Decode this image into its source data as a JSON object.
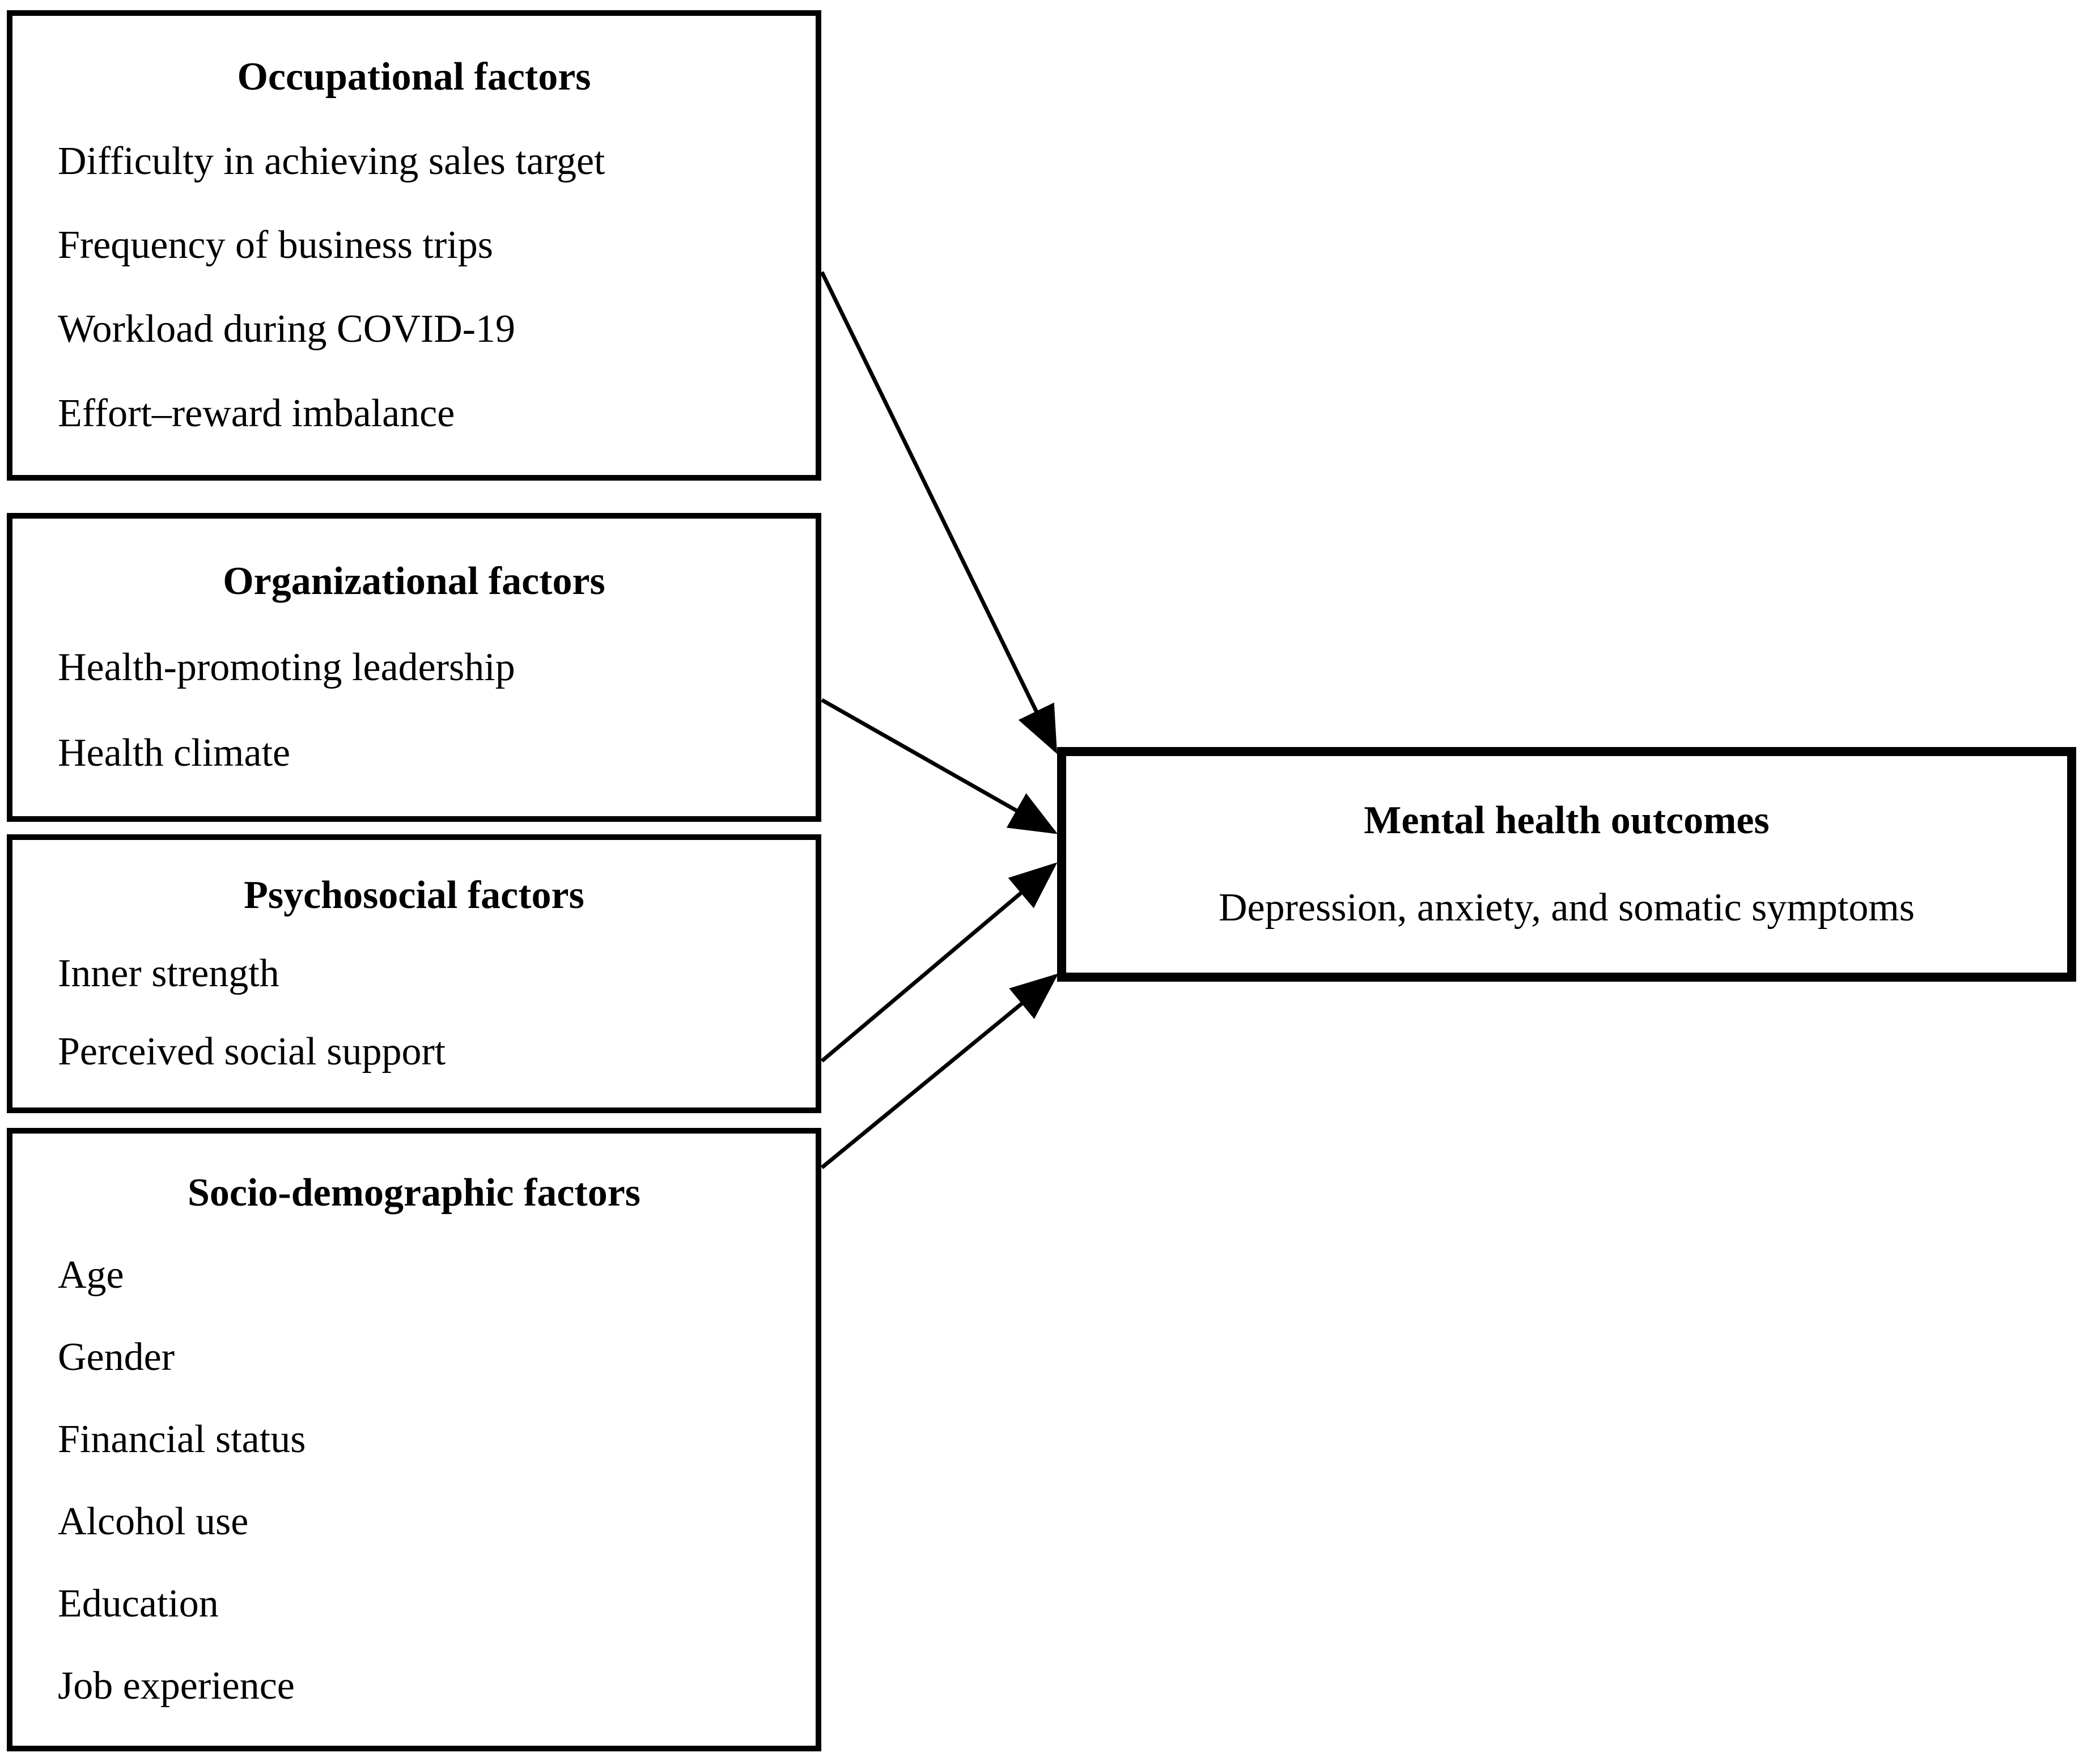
{
  "diagram": {
    "factor_boxes": [
      {
        "title": "Occupational factors",
        "items": [
          "Difficulty in achieving sales target",
          "Frequency of business trips",
          "Workload during COVID-19",
          "Effort–reward imbalance"
        ]
      },
      {
        "title": "Organizational factors",
        "items": [
          "Health-promoting leadership",
          "Health climate"
        ]
      },
      {
        "title": "Psychosocial factors",
        "items": [
          "Inner strength",
          "Perceived social support"
        ]
      },
      {
        "title": "Socio-demographic factors",
        "items": [
          "Age",
          "Gender",
          "Financial status",
          "Alcohol use",
          "Education",
          "Job experience"
        ]
      }
    ],
    "outcome_box": {
      "title": "Mental health outcomes",
      "subtitle": "Depression, anxiety, and somatic symptoms"
    },
    "colors": {
      "background": "#ffffff",
      "border": "#000000",
      "text": "#000000"
    }
  }
}
